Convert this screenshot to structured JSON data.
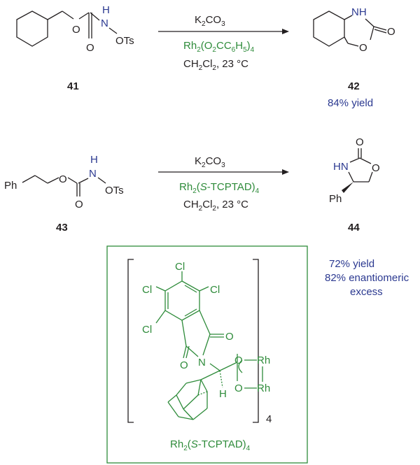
{
  "colors": {
    "black": "#231f20",
    "green": "#2e8b3a",
    "blue": "#2b3990"
  },
  "reaction1": {
    "reagent1_base": "K",
    "reagent1_sub": "2",
    "reagent1_tail": "CO",
    "reagent1_sub2": "3",
    "catalyst_parts": [
      "Rh",
      "2",
      "(O",
      "2",
      "CC",
      "6",
      "H",
      "5",
      ")",
      "4"
    ],
    "solvent_base": "CH",
    "solvent_sub": "2",
    "solvent_mid": "Cl",
    "solvent_sub2": "2",
    "solvent_tail": ", 23 °C",
    "sm_label": "41",
    "product_label": "42",
    "yield": "84% yield",
    "atoms": {
      "N": "N",
      "H": "H",
      "OTs": "OTs",
      "O1": "O",
      "O2": "O",
      "NH": "NH",
      "O3": "O",
      "O4": "O"
    }
  },
  "reaction2": {
    "reagent1_base": "K",
    "reagent1_sub": "2",
    "reagent1_tail": "CO",
    "reagent1_sub2": "3",
    "catalyst_base": "Rh",
    "catalyst_sub": "2",
    "catalyst_paren": "(",
    "catalyst_italic": "S",
    "catalyst_rest": "-TCPTAD)",
    "catalyst_sub2": "4",
    "solvent_base": "CH",
    "solvent_sub": "2",
    "solvent_mid": "Cl",
    "solvent_sub2": "2",
    "solvent_tail": ", 23 °C",
    "sm_label": "43",
    "product_label": "44",
    "yield": "72% yield",
    "ee_line1": "82% enantiomeric",
    "ee_line2": "excess",
    "atoms": {
      "Ph1": "Ph",
      "O1": "O",
      "N": "N",
      "H": "H",
      "OTs": "OTs",
      "O2": "O",
      "O3": "O",
      "HN": "HN",
      "O4": "O",
      "Ph2": "Ph"
    }
  },
  "catalyst_box": {
    "cl1": "Cl",
    "cl2": "Cl",
    "cl3": "Cl",
    "cl4": "Cl",
    "o_top": "O",
    "o_bottom": "O",
    "n": "N",
    "h": "H",
    "o_carb1": "O",
    "o_carb2": "O",
    "rh1": "Rh",
    "rh2": "Rh",
    "multiplier": "4",
    "caption_base": "Rh",
    "caption_sub": "2",
    "caption_paren": "(",
    "caption_italic": "S",
    "caption_rest": "-TCPTAD)",
    "caption_sub2": "4"
  }
}
